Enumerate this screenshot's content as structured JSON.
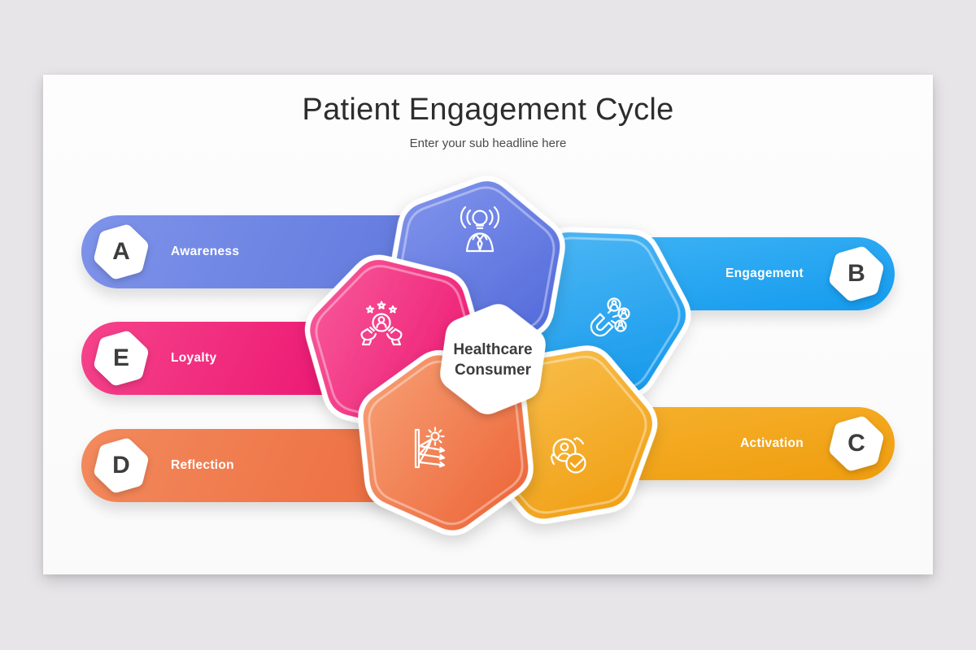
{
  "slide": {
    "title": "Patient Engagement Cycle",
    "subtitle": "Enter your sub headline here"
  },
  "center": {
    "line1": "Healthcare",
    "line2": "Consumer"
  },
  "stages": [
    {
      "letter": "A",
      "label": "Awareness",
      "position": "left-top",
      "icon": "idea-person-icon"
    },
    {
      "letter": "B",
      "label": "Engagement",
      "position": "right-top",
      "icon": "magnet-people-icon"
    },
    {
      "letter": "C",
      "label": "Activation",
      "position": "right-bottom",
      "icon": "person-check-icon"
    },
    {
      "letter": "D",
      "label": "Reflection",
      "position": "left-bottom",
      "icon": "sun-reflection-icon"
    },
    {
      "letter": "E",
      "label": "Loyalty",
      "position": "left-middle",
      "icon": "hands-person-icon"
    }
  ],
  "colors": {
    "page_bg": "#e7e5e8",
    "slide_bg": "#fcfcfc",
    "title_color": "#2d2d2d",
    "subtitle_color": "#4a4a4a",
    "letter_color": "#3d3d3d",
    "label_color": "#ffffff",
    "center_text_color": "#3c3c3c",
    "bar_a_hi": "#7e93e9",
    "bar_a_lo": "#5a73dc",
    "bar_b_hi": "#3db2f5",
    "bar_b_lo": "#149bee",
    "bar_c_hi": "#f6b02c",
    "bar_c_lo": "#ef9d0e",
    "bar_d_hi": "#f28a5d",
    "bar_d_lo": "#ed6a3c",
    "bar_e_hi": "#f6438b",
    "bar_e_lo": "#ea106e",
    "hex_purple_hi": "#8396ec",
    "hex_purple_lo": "#4e66d9",
    "hex_blue_hi": "#54bbf6",
    "hex_blue_lo": "#0e95ea",
    "hex_pink_hi": "#f85e9d",
    "hex_pink_lo": "#ec0f6d",
    "hex_orange_hi": "#f7a277",
    "hex_orange_lo": "#ec6134",
    "hex_amber_hi": "#f9c252",
    "hex_amber_lo": "#f09c0e",
    "check_fill": "#f4a71e"
  }
}
